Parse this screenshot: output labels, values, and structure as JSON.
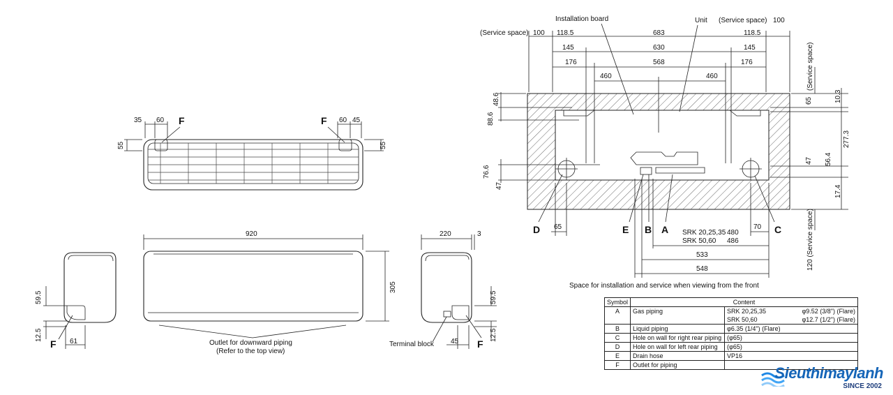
{
  "top_view": {
    "dims": {
      "left_35": "35",
      "left_60": "60",
      "right_60": "60",
      "right_45": "45",
      "left_55": "55",
      "right_55": "55"
    },
    "left_piping_outlet": "F",
    "right_piping_outlet": "F"
  },
  "front_view": {
    "width": "920",
    "height": "305",
    "downward_outlet_line1": "Outlet for downward piping",
    "downward_outlet_line2": "(Refer to the top view)"
  },
  "left_side_view": {
    "dims": {
      "d59_5": "59.5",
      "d12_5": "12.5",
      "d61": "61"
    },
    "outlet": "F"
  },
  "right_side_view": {
    "dims": {
      "depth": "220",
      "d3": "3",
      "d59_5": "59.5",
      "d12_5": "12.5",
      "d45": "45"
    },
    "terminal_block": "Terminal block",
    "outlet": "F"
  },
  "installation_view": {
    "top_labels": {
      "installation_board": "Installation board",
      "unit": "Unit",
      "service_left": "(Service space)",
      "service_right": "(Service space)"
    },
    "row1": {
      "s100a": "100",
      "d118_5a": "118.5",
      "d683": "683",
      "d118_5b": "118.5",
      "s100b": "100"
    },
    "row2": {
      "d145a": "145",
      "d630": "630",
      "d145b": "145"
    },
    "row3": {
      "d176a": "176",
      "d568": "568",
      "d176b": "176"
    },
    "row4": {
      "d460a": "460",
      "d460b": "460"
    },
    "left_dims": {
      "d48_6": "48.6",
      "d88_6": "88.6",
      "d76_6": "76.6",
      "d47": "47"
    },
    "right_dims": {
      "d65": "65",
      "d10_3": "10.3",
      "d277_3": "277.3",
      "d56_4": "56.4",
      "d47": "47",
      "d17_4": "17.4"
    },
    "service_top": "(Service space)",
    "service_bottom": "120 (Service space)",
    "symbols": {
      "d": "D",
      "e": "E",
      "b": "B",
      "a": "A",
      "c": "C"
    },
    "bottom_dims": {
      "d65": "65",
      "d70": "70",
      "d533": "533",
      "d548": "548"
    },
    "model_1": "SRK 20,25,35",
    "model_1_val": "480",
    "model_2": "SRK 50,60",
    "model_2_val": "486",
    "caption": "Space for installation and service when viewing from the front"
  },
  "symbol_table": {
    "header_symbol": "Symbol",
    "header_content": "Content",
    "rows": [
      {
        "symbol": "A",
        "item": "Gas piping",
        "model_1": "SRK 20,25,35",
        "spec_1": "φ9.52 (3/8\") (Flare)",
        "model_2": "SRK 50,60",
        "spec_2": "φ12.7 (1/2\") (Flare)"
      },
      {
        "symbol": "B",
        "item": "Liquid piping",
        "spec": "φ6.35 (1/4\") (Flare)"
      },
      {
        "symbol": "C",
        "item": "Hole on wall for right rear piping",
        "spec": "(φ65)"
      },
      {
        "symbol": "D",
        "item": "Hole on wall for left rear piping",
        "spec": "(φ65)"
      },
      {
        "symbol": "E",
        "item": "Drain hose",
        "spec": "VP16"
      },
      {
        "symbol": "F",
        "item": "Outlet for piping",
        "spec": ""
      }
    ]
  },
  "brand": {
    "name": "Sieuthimaylanh",
    "since": "SINCE 2002",
    "accent": "#1565b8"
  }
}
